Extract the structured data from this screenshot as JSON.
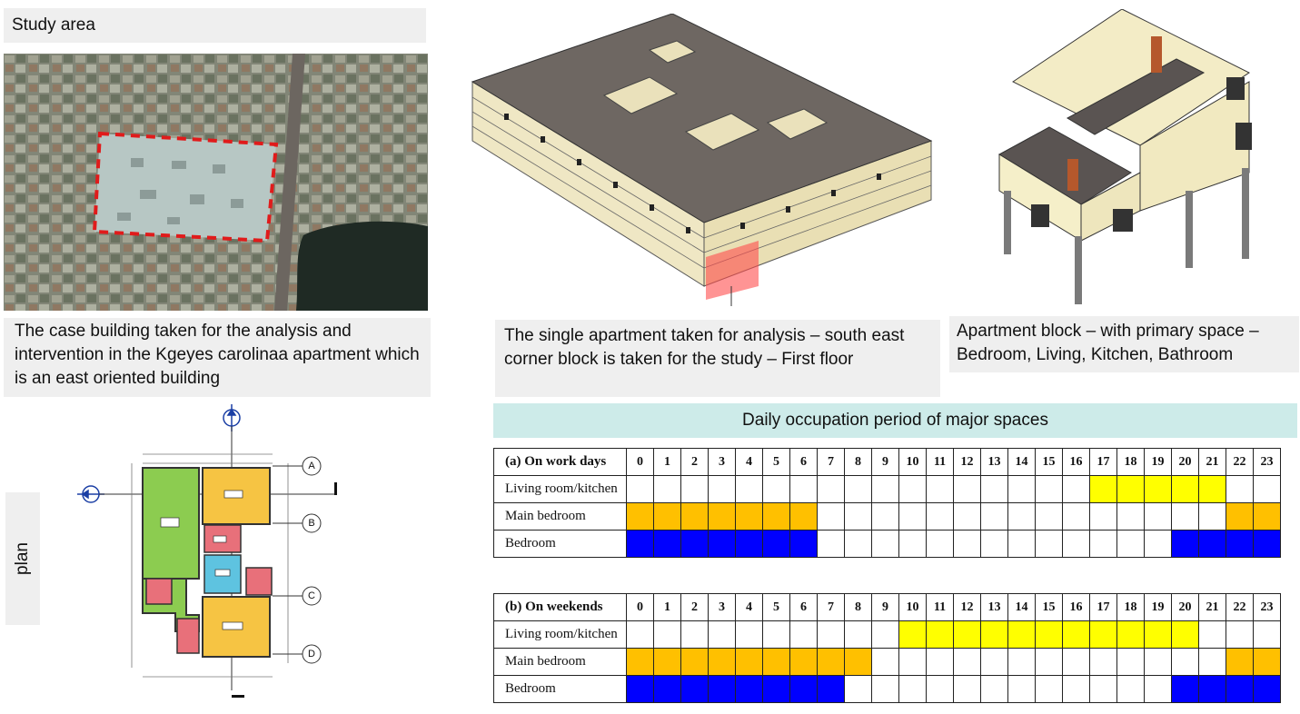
{
  "study_area": {
    "title": "Study area"
  },
  "captions": {
    "case_building": "The case building taken for the analysis and intervention in the Kgeyes carolinaa apartment which is an east oriented building",
    "single_apartment": "The single apartment taken for analysis – south east corner block is taken for the study – First floor",
    "apartment_block": "Apartment block – with primary space – Bedroom, Living, Kitchen, Bathroom"
  },
  "plan": {
    "label": "plan",
    "grid_labels": [
      "A",
      "B",
      "C",
      "D"
    ]
  },
  "occupation": {
    "title": "Daily occupation period of major spaces",
    "hours": [
      "0",
      "1",
      "2",
      "3",
      "4",
      "5",
      "6",
      "7",
      "8",
      "9",
      "10",
      "11",
      "12",
      "13",
      "14",
      "15",
      "16",
      "17",
      "18",
      "19",
      "20",
      "21",
      "22",
      "23"
    ],
    "colors": {
      "Living room/kitchen": "#ffff00",
      "Main bedroom": "#ffc000",
      "Bedroom": "#0000ff"
    },
    "tables": [
      {
        "title": "(a) On work days",
        "rows": [
          {
            "space": "Living room/kitchen",
            "occupied_hours": [
              17,
              18,
              19,
              20,
              21
            ]
          },
          {
            "space": "Main bedroom",
            "occupied_hours": [
              0,
              1,
              2,
              3,
              4,
              5,
              6,
              22,
              23
            ]
          },
          {
            "space": "Bedroom",
            "occupied_hours": [
              0,
              1,
              2,
              3,
              4,
              5,
              6,
              20,
              21,
              22,
              23
            ]
          }
        ]
      },
      {
        "title": "(b) On weekends",
        "rows": [
          {
            "space": "Living room/kitchen",
            "occupied_hours": [
              10,
              11,
              12,
              13,
              14,
              15,
              16,
              17,
              18,
              19,
              20
            ]
          },
          {
            "space": "Main bedroom",
            "occupied_hours": [
              0,
              1,
              2,
              3,
              4,
              5,
              6,
              7,
              8,
              22,
              23
            ]
          },
          {
            "space": "Bedroom",
            "occupied_hours": [
              0,
              1,
              2,
              3,
              4,
              5,
              6,
              7,
              20,
              21,
              22,
              23
            ]
          }
        ]
      }
    ]
  }
}
